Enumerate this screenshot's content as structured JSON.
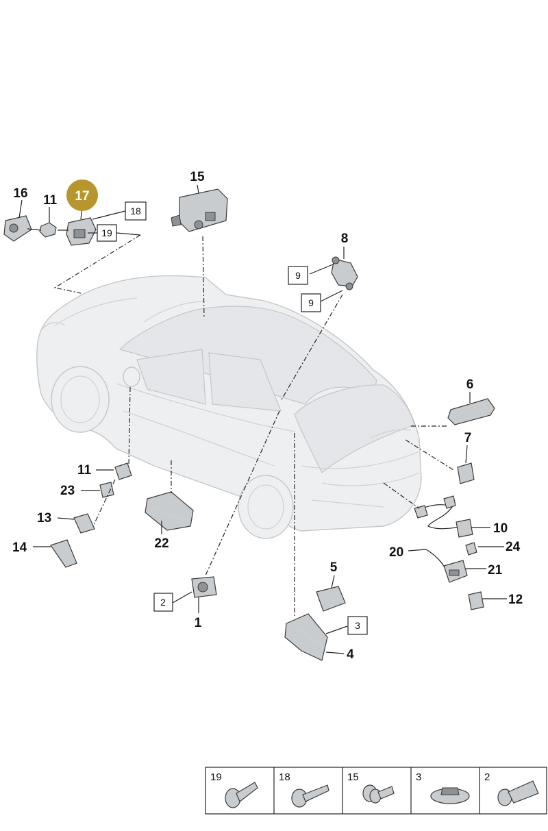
{
  "colors": {
    "highlight": "#b8962e",
    "ink": "#111111",
    "part": "#c9cccf"
  },
  "callouts": {
    "n1": "1",
    "n2": "2",
    "n3": "3",
    "n4": "4",
    "n5": "5",
    "n6": "6",
    "n7": "7",
    "n8": "8",
    "n9a": "9",
    "n9b": "9",
    "n10": "10",
    "n11a": "11",
    "n11b": "11",
    "n12": "12",
    "n13": "13",
    "n14": "14",
    "n15": "15",
    "n16": "16",
    "n17": "17",
    "n18": "18",
    "n19": "19",
    "n20": "20",
    "n21": "21",
    "n22": "22",
    "n23": "23",
    "n24": "24"
  },
  "fastener_table": [
    "19",
    "18",
    "15",
    "3",
    "2"
  ]
}
